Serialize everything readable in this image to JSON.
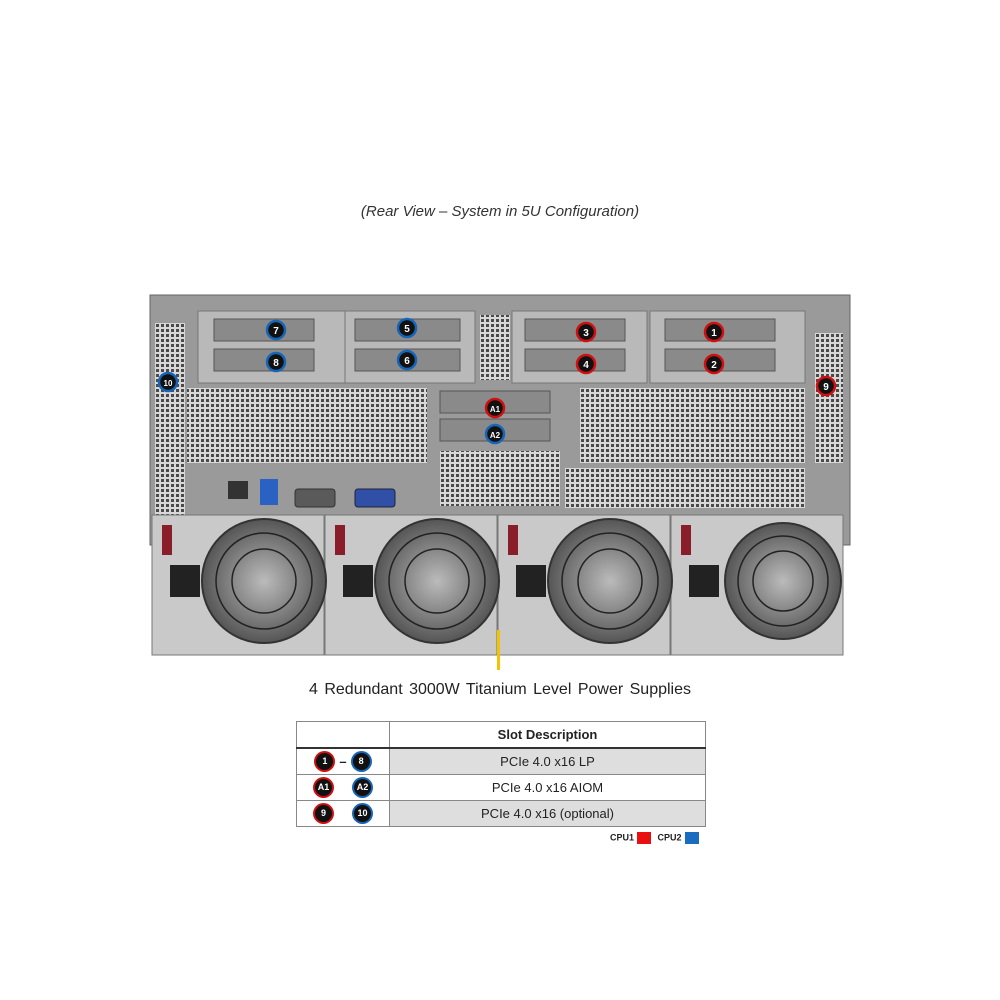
{
  "caption": "(Rear View – System in 5U Configuration)",
  "slot_markers": [
    "1",
    "2",
    "3",
    "4",
    "5",
    "6",
    "7",
    "8",
    "9",
    "10",
    "A1",
    "A2"
  ],
  "psu_caption": "4 Redundant  3000W Titanium  Level  Power Supplies",
  "table": {
    "header": "Slot Description",
    "rows": [
      {
        "from": "1",
        "to": "8",
        "sep": "–",
        "description": "PCIe 4.0 x16 LP"
      },
      {
        "from": "A1",
        "to": "A2",
        "sep": "",
        "description": "PCIe 4.0 x16 AIOM"
      },
      {
        "from": "9",
        "to": "10",
        "sep": "",
        "description": "PCIe 4.0 x16 (optional)"
      }
    ]
  },
  "legend": {
    "cpu1_label": "CPU1",
    "cpu1_color": "#e81010",
    "cpu2_label": "CPU2",
    "cpu2_color": "#1a6cc0"
  },
  "colors": {
    "cpu1_ring": "#d01010",
    "cpu2_ring": "#1565b8"
  }
}
